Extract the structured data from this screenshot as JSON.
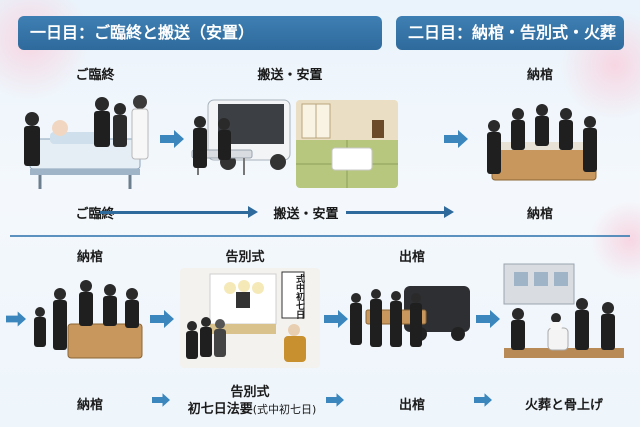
{
  "banners": {
    "day1": "一日目：ご臨終と搬送（安置）",
    "day2": "二日目：納棺・告別式・火葬"
  },
  "top_row": {
    "step1": "ご臨終",
    "step2": "搬送・安置",
    "step3": "納棺"
  },
  "timeline_row": {
    "t1": "ご臨終",
    "t2": "搬送・安置",
    "t3": "納棺"
  },
  "bottom_row": {
    "step1": "納棺",
    "step2": "告別式",
    "step3": "出棺",
    "altar_sign": "式中初七日"
  },
  "bottom_captions": {
    "c1": "納棺",
    "c2_line1": "告別式",
    "c2_line2_main": "初七日法要",
    "c2_line2_sub": "(式中初七日)",
    "c3": "出棺",
    "c4": "火葬と骨上げ"
  },
  "colors": {
    "banner": "#2f6a9c",
    "arrow": "#3a86bd",
    "blossom": "#f7d6e2"
  }
}
